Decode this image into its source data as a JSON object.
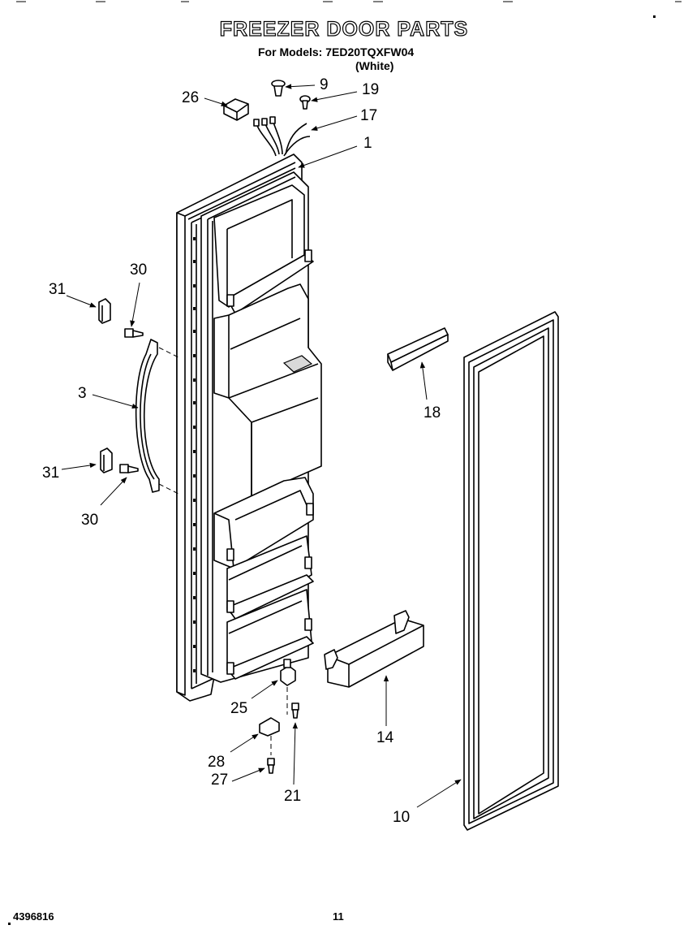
{
  "header": {
    "title": "FREEZER DOOR PARTS",
    "models": "For Models: 7ED20TQXFW04",
    "color": "(White)"
  },
  "footer": {
    "doc_number": "4396816",
    "page": "11"
  },
  "callouts": [
    {
      "id": "c9",
      "label": "9"
    },
    {
      "id": "c19",
      "label": "19"
    },
    {
      "id": "c26",
      "label": "26"
    },
    {
      "id": "c17",
      "label": "17"
    },
    {
      "id": "c1",
      "label": "1"
    },
    {
      "id": "c31a",
      "label": "31"
    },
    {
      "id": "c30a",
      "label": "30"
    },
    {
      "id": "c3",
      "label": "3"
    },
    {
      "id": "c18",
      "label": "18"
    },
    {
      "id": "c31b",
      "label": "31"
    },
    {
      "id": "c30b",
      "label": "30"
    },
    {
      "id": "c25",
      "label": "25"
    },
    {
      "id": "c14",
      "label": "14"
    },
    {
      "id": "c28",
      "label": "28"
    },
    {
      "id": "c27",
      "label": "27"
    },
    {
      "id": "c21",
      "label": "21"
    },
    {
      "id": "c10",
      "label": "10"
    }
  ]
}
